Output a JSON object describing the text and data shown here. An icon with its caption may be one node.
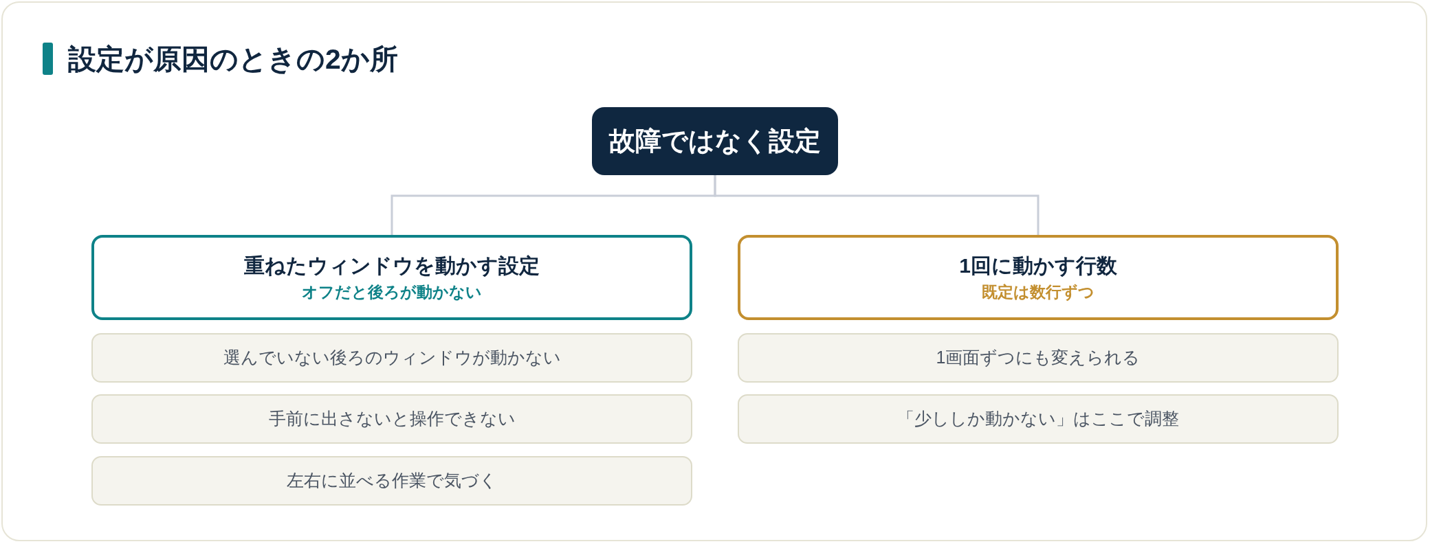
{
  "diagram": {
    "title": "設定が原因のときの2か所",
    "nodes": [
      {
        "text": [
          "故障ではなく設定"
        ]
      },
      {
        "text": [
          "重ねたウィンドウを動かす設定",
          "オフだと後ろが動かない"
        ]
      },
      {
        "text": [
          "1回に動かす行数",
          "既定は数行ずつ"
        ]
      },
      {
        "text": [
          "選んでいない後ろのウィンドウが動かない"
        ]
      },
      {
        "text": [
          "手前に出さないと操作できない"
        ]
      },
      {
        "text": [
          "左右に並べる作業で気づく"
        ]
      },
      {
        "text": [
          "1画面ずつにも変えられる"
        ]
      },
      {
        "text": [
          "「少ししか動かない」はここで調整"
        ]
      }
    ],
    "edges": [
      {
        "from": 0,
        "to": 1,
        "arrow": "none"
      },
      {
        "from": 0,
        "to": 2,
        "arrow": "none"
      }
    ]
  }
}
